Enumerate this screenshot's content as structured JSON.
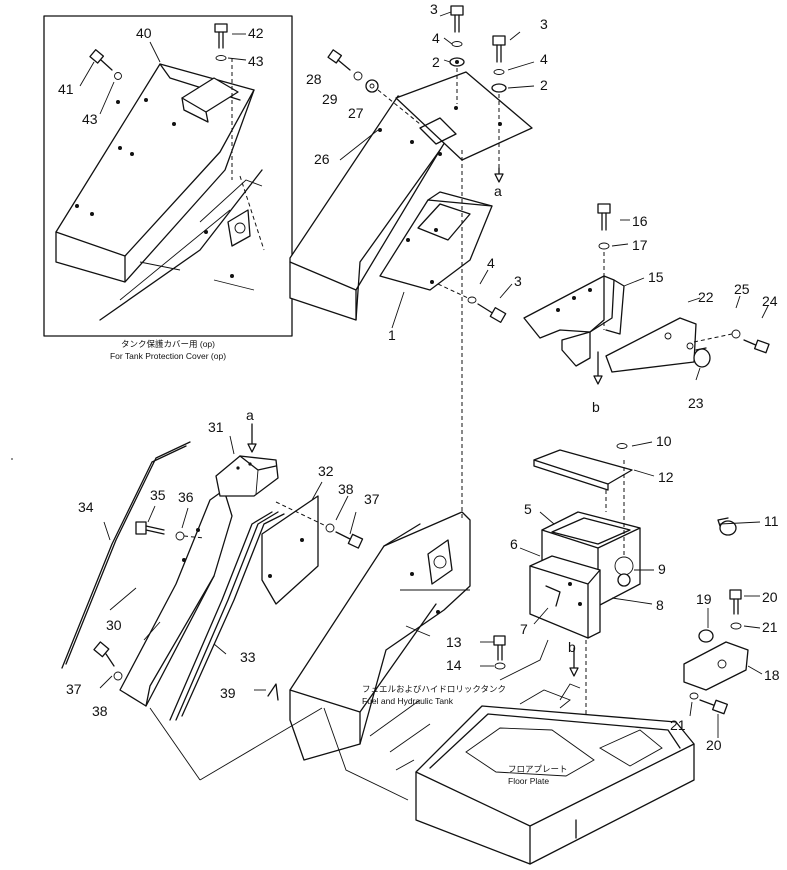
{
  "inset": {
    "caption_jp": "タンク保護カバー用 (op)",
    "caption_en": "For Tank Protection Cover (op)"
  },
  "labels": {
    "fuel_tank_jp": "フュエルおよびハイドロリックタンク",
    "fuel_tank_en": "Fuel and Hydraulic Tank",
    "floor_plate_jp": "フロアプレート",
    "floor_plate_en": "Floor Plate"
  },
  "callouts": [
    {
      "id": "c1",
      "text": "1"
    },
    {
      "id": "c2a",
      "text": "2"
    },
    {
      "id": "c2b",
      "text": "2"
    },
    {
      "id": "c3a",
      "text": "3"
    },
    {
      "id": "c3b",
      "text": "3"
    },
    {
      "id": "c3c",
      "text": "3"
    },
    {
      "id": "c4a",
      "text": "4"
    },
    {
      "id": "c4b",
      "text": "4"
    },
    {
      "id": "c4c",
      "text": "4"
    },
    {
      "id": "c5",
      "text": "5"
    },
    {
      "id": "c6",
      "text": "6"
    },
    {
      "id": "c7",
      "text": "7"
    },
    {
      "id": "c8",
      "text": "8"
    },
    {
      "id": "c9",
      "text": "9"
    },
    {
      "id": "c10",
      "text": "10"
    },
    {
      "id": "c11",
      "text": "11"
    },
    {
      "id": "c12",
      "text": "12"
    },
    {
      "id": "c13",
      "text": "13"
    },
    {
      "id": "c14",
      "text": "14"
    },
    {
      "id": "c15",
      "text": "15"
    },
    {
      "id": "c16",
      "text": "16"
    },
    {
      "id": "c17",
      "text": "17"
    },
    {
      "id": "c18",
      "text": "18"
    },
    {
      "id": "c19",
      "text": "19"
    },
    {
      "id": "c20a",
      "text": "20"
    },
    {
      "id": "c20b",
      "text": "20"
    },
    {
      "id": "c21a",
      "text": "21"
    },
    {
      "id": "c21b",
      "text": "21"
    },
    {
      "id": "c22",
      "text": "22"
    },
    {
      "id": "c23",
      "text": "23"
    },
    {
      "id": "c24",
      "text": "24"
    },
    {
      "id": "c25",
      "text": "25"
    },
    {
      "id": "c26",
      "text": "26"
    },
    {
      "id": "c27",
      "text": "27"
    },
    {
      "id": "c28",
      "text": "28"
    },
    {
      "id": "c29",
      "text": "29"
    },
    {
      "id": "c30",
      "text": "30"
    },
    {
      "id": "c31",
      "text": "31"
    },
    {
      "id": "c32",
      "text": "32"
    },
    {
      "id": "c33",
      "text": "33"
    },
    {
      "id": "c34",
      "text": "34"
    },
    {
      "id": "c35",
      "text": "35"
    },
    {
      "id": "c36",
      "text": "36"
    },
    {
      "id": "c37a",
      "text": "37"
    },
    {
      "id": "c37b",
      "text": "37"
    },
    {
      "id": "c38a",
      "text": "38"
    },
    {
      "id": "c38b",
      "text": "38"
    },
    {
      "id": "c39",
      "text": "39"
    },
    {
      "id": "c40",
      "text": "40"
    },
    {
      "id": "c41",
      "text": "41"
    },
    {
      "id": "c42",
      "text": "42"
    },
    {
      "id": "c43a",
      "text": "43"
    },
    {
      "id": "c43b",
      "text": "43"
    }
  ],
  "refs": [
    {
      "id": "ra1",
      "text": "a"
    },
    {
      "id": "ra2",
      "text": "a"
    },
    {
      "id": "rb1",
      "text": "b"
    },
    {
      "id": "rb2",
      "text": "b"
    }
  ]
}
